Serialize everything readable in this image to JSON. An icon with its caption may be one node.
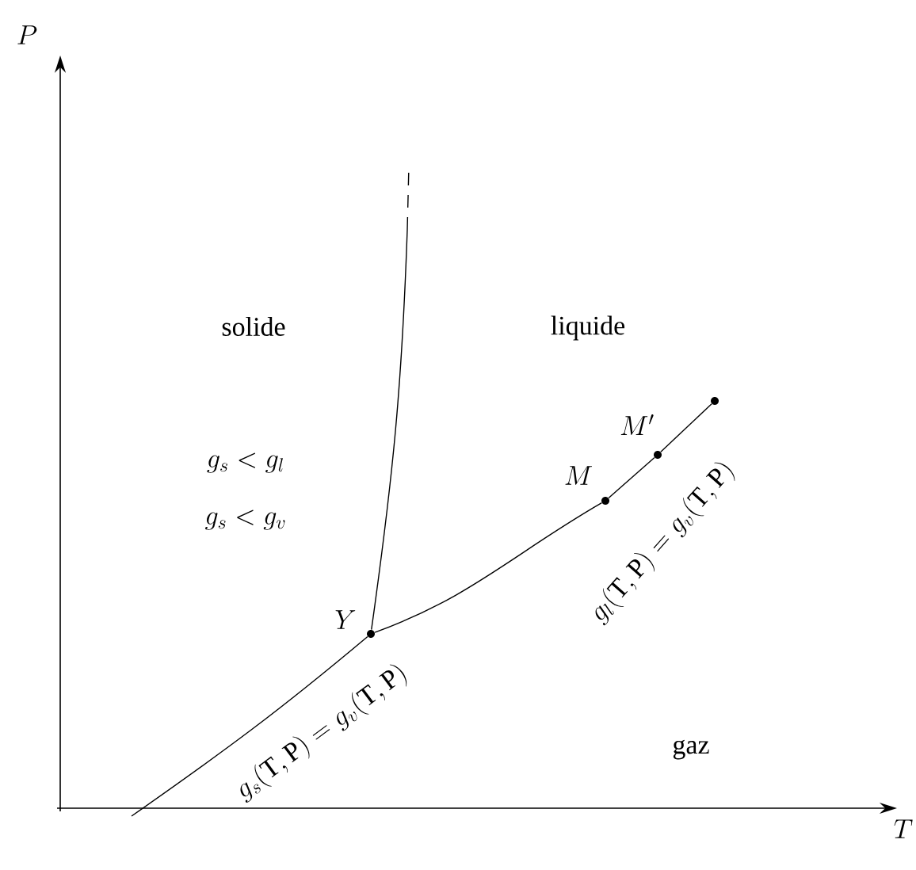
{
  "diagram": {
    "nodes": [
      {
        "text": [],
        "shape": "circle",
        "beside": [
          "Y"
        ]
      },
      {
        "text": [],
        "shape": "circle",
        "beside": [
          "M"
        ]
      },
      {
        "text": [],
        "shape": "circle",
        "beside": [
          "M'"
        ]
      },
      {
        "text": [],
        "shape": "circle"
      }
    ],
    "edges": [
      {
        "from": null,
        "to": 0,
        "arrow": "none"
      },
      {
        "from": 0,
        "to": 1,
        "arrow": "none"
      },
      {
        "from": 1,
        "to": 2,
        "arrow": "none"
      },
      {
        "from": 2,
        "to": 3,
        "arrow": "none"
      },
      {
        "from": 0,
        "to": null,
        "arrow": "none"
      }
    ],
    "labels": [
      "P",
      "T",
      "solide",
      "liquide",
      "g_s < g_l",
      "g_s < g_v",
      "gaz",
      "g_s(\\mathrm{T},\\mathrm{P}) = g_v(\\mathrm{T},\\mathrm{P})",
      "g_l(\\mathrm{T},\\mathrm{P}) = g_v(\\mathrm{T},\\mathrm{P})"
    ]
  }
}
